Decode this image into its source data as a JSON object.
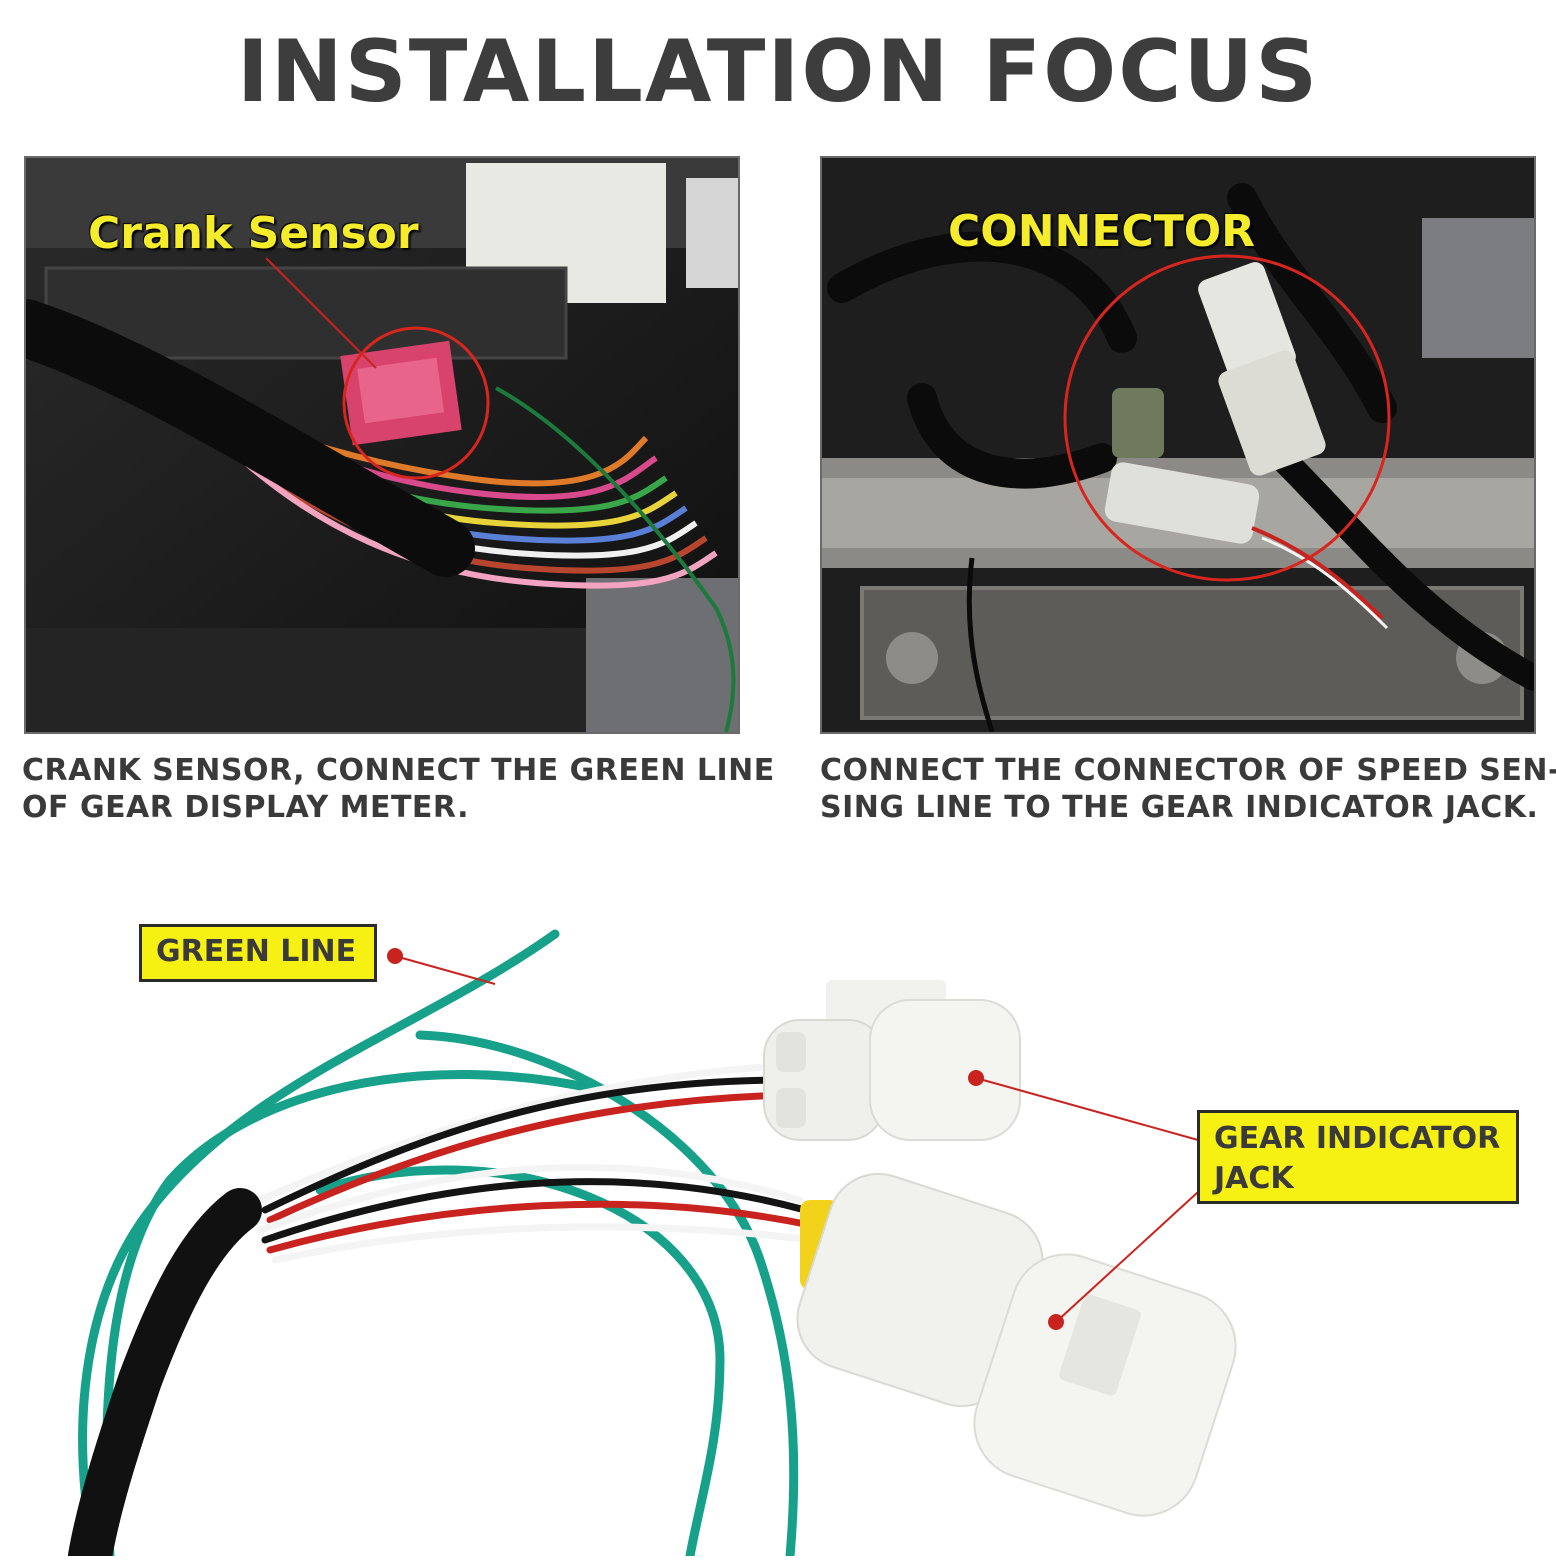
{
  "title": "INSTALLATION FOCUS",
  "left_panel": {
    "label": "Crank Sensor",
    "caption_line1": "CRANK SENSOR, CONNECT THE GREEN LINE",
    "caption_line2": "OF GEAR DISPLAY METER."
  },
  "right_panel": {
    "label": "CONNECTOR",
    "caption_line1": "CONNECT THE CONNECTOR OF SPEED SEN-",
    "caption_line2": "SING LINE TO THE GEAR INDICATOR JACK."
  },
  "diagram": {
    "green_line_label": "GREEN LINE",
    "jack_label_line1": "GEAR INDICATOR",
    "jack_label_line2": "JACK"
  },
  "colors": {
    "wire_green": "#17a08a",
    "wire_red": "#c9231f",
    "wire_black": "#141414",
    "wire_white": "#f4f4f4",
    "callout_yellow": "#f7f013",
    "highlight_circle": "#d8261f",
    "label_yellow": "#f5ec2b"
  }
}
